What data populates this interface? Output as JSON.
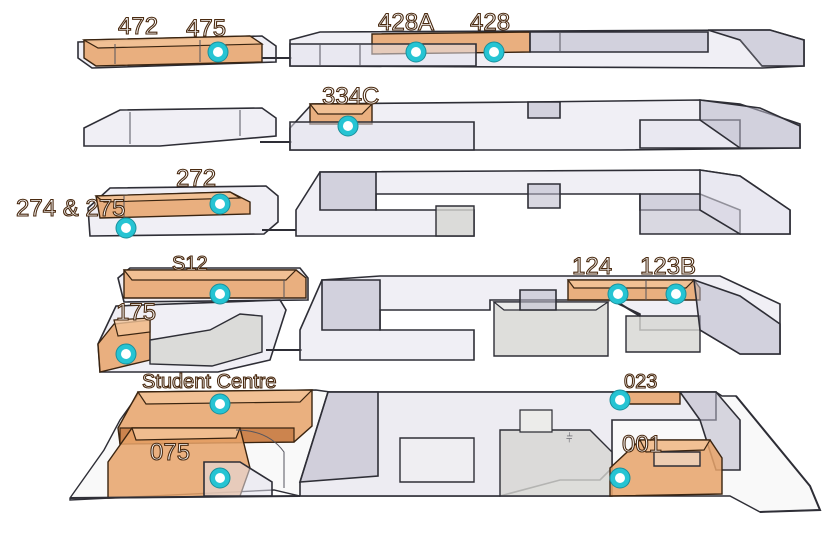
{
  "labels": {
    "r472": "472",
    "r475": "475",
    "r428a": "428A",
    "r428": "428",
    "r334c": "334C",
    "r274": "274 & 275",
    "r272": "272",
    "rs12": "S12",
    "r124": "124",
    "r123b": "123B",
    "r175": "175",
    "rstudent": "Student Centre",
    "r023": "023",
    "r075": "075",
    "r001": "001"
  },
  "colors": {
    "room_fill": "#e8a36a",
    "marker_ring": "#26c4d3",
    "marker_center": "#ffffff",
    "wall_fill": "#e3e2ec",
    "outline": "#2e2e36"
  },
  "icons": {
    "location_marker": "location-marker-icon"
  }
}
